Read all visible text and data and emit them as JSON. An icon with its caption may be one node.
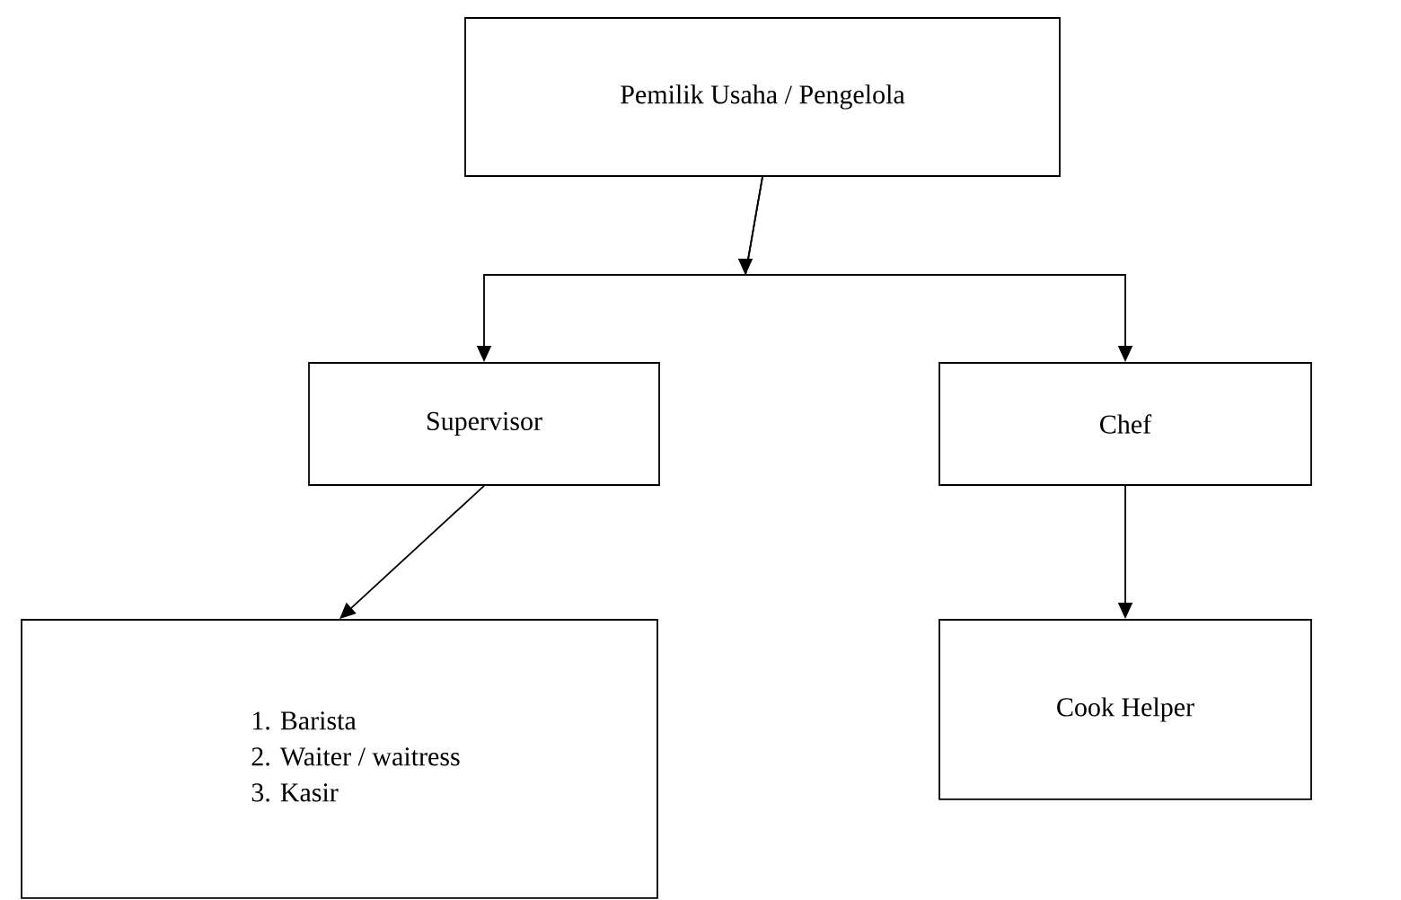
{
  "diagram": {
    "nodes": [
      {
        "text": [
          "Pemilik Usaha /  Pengelola"
        ]
      },
      {
        "text": [
          "Supervisor"
        ]
      },
      {
        "text": [
          "Chef"
        ]
      },
      {
        "text": [
          "1. Barista",
          "2. Waiter / waitress",
          "3. Kasir"
        ]
      },
      {
        "text": [
          "Cook Helper"
        ]
      }
    ],
    "edges": [
      {
        "from": 0,
        "to": 1,
        "arrow": "to"
      },
      {
        "from": 0,
        "to": 2,
        "arrow": "to"
      },
      {
        "from": 1,
        "to": 3,
        "arrow": "to"
      },
      {
        "from": 2,
        "to": 4,
        "arrow": "to"
      }
    ]
  }
}
